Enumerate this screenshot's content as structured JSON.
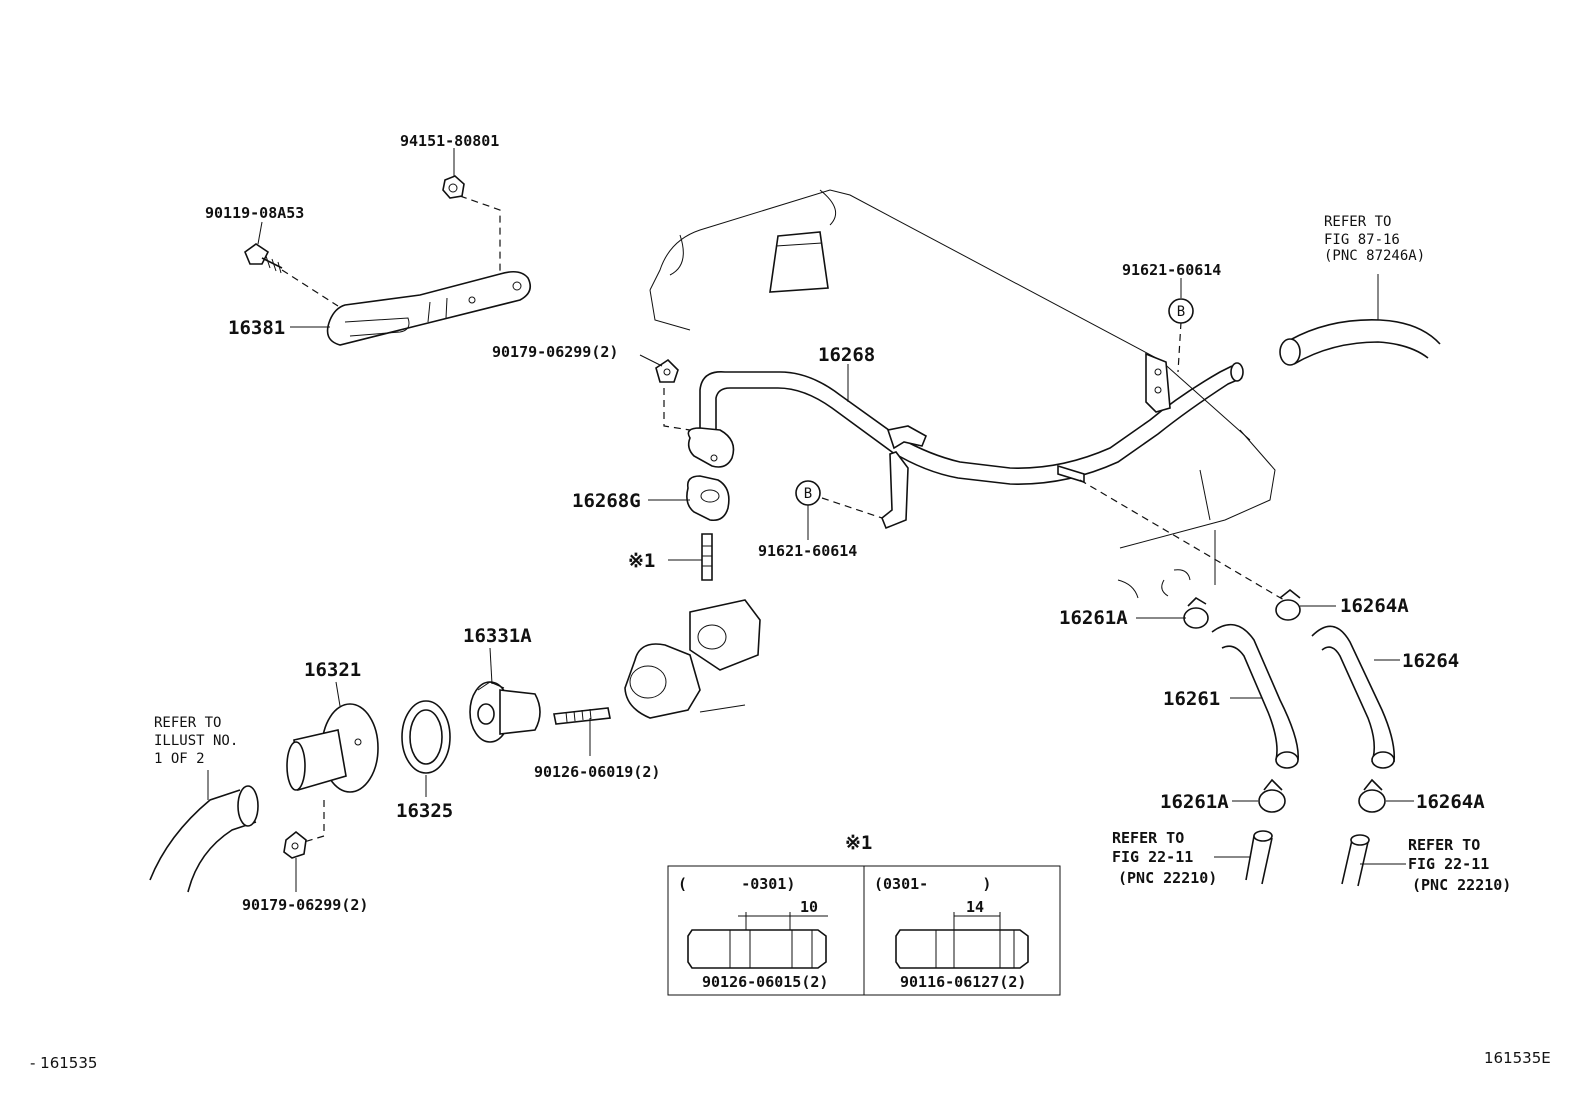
{
  "labels": {
    "p94151": "94151-80801",
    "p90119": "90119-08A53",
    "p16381": "16381",
    "p90179a": "90179-06299(2)",
    "p16268": "16268",
    "p91621a": "91621-60614",
    "p91621b": "91621-60614",
    "p16268G": "16268G",
    "note1": "※1",
    "p16331A": "16331A",
    "p16321": "16321",
    "p16325": "16325",
    "p90126": "90126-06019(2)",
    "p90179b": "90179-06299(2)",
    "p16261A_top": "16261A",
    "p16264A_top": "16264A",
    "p16264": "16264",
    "p16261": "16261",
    "p16261A_bot": "16261A",
    "p16264A_bot": "16264A",
    "marker_b": "B"
  },
  "references": {
    "illust": [
      "REFER TO",
      "ILLUST NO.",
      "1 OF 2"
    ],
    "fig87": [
      "REFER TO",
      "FIG 87-16",
      "(PNC 87246A)"
    ],
    "fig22_left": [
      "REFER TO",
      "FIG 22-11",
      "(PNC 22210)"
    ],
    "fig22_right": [
      "REFER TO",
      "FIG 22-11",
      "(PNC 22210)"
    ]
  },
  "inset": {
    "title": "※1",
    "left": {
      "range": "(      -0301)",
      "dim": "10",
      "part": "90126-06015(2)"
    },
    "right": {
      "range": "(0301-      )",
      "dim": "14",
      "part": "90116-06127(2)"
    }
  },
  "footer": {
    "left": "- 161535",
    "right": "161535E"
  }
}
